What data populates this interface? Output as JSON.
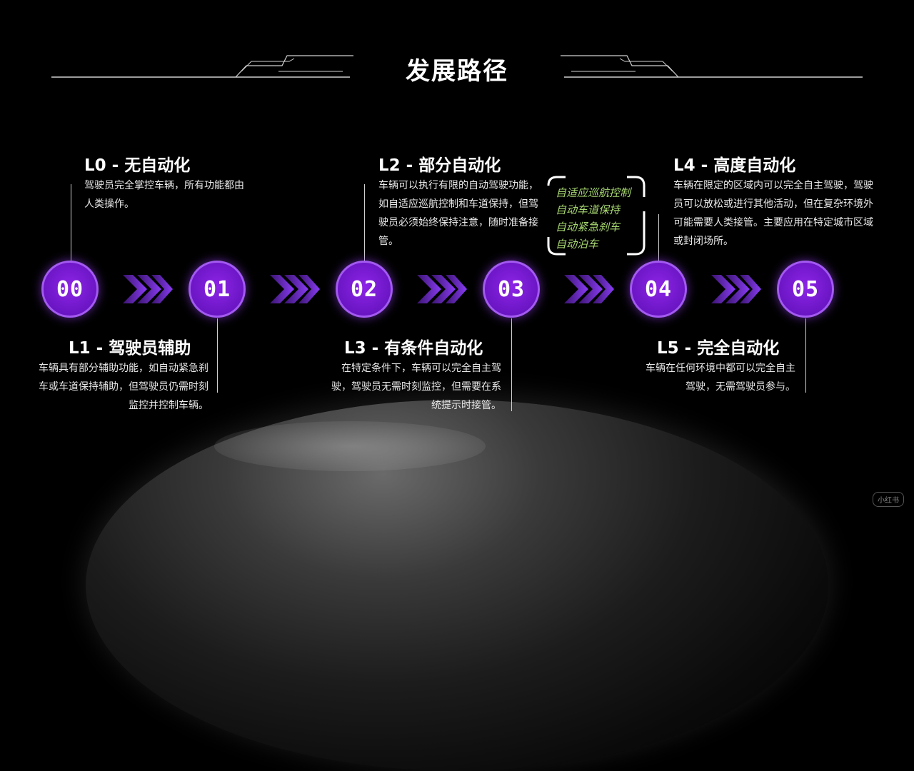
{
  "title": "发展路径",
  "levels": [
    {
      "num": "00",
      "title": "L0 - 无自动化",
      "desc": "驾驶员完全掌控车辆，所有功能都由人类操作。"
    },
    {
      "num": "01",
      "title": "L1 - 驾驶员辅助",
      "desc": "车辆具有部分辅助功能，如自动紧急刹车或车道保持辅助，但驾驶员仍需时刻监控并控制车辆。"
    },
    {
      "num": "02",
      "title": "L2 - 部分自动化",
      "desc": "车辆可以执行有限的自动驾驶功能，如自适应巡航控制和车道保持，但驾驶员必须始终保持注意，随时准备接管。"
    },
    {
      "num": "03",
      "title": "L3 - 有条件自动化",
      "desc": "在特定条件下，车辆可以完全自主驾驶，驾驶员无需时刻监控，但需要在系统提示时接管。"
    },
    {
      "num": "04",
      "title": "L4 - 高度自动化",
      "desc": "车辆在限定的区域内可以完全自主驾驶，驾驶员可以放松或进行其他活动，但在复杂环境外可能需要人类接管。主要应用在特定城市区域或封闭场所。"
    },
    {
      "num": "05",
      "title": "L5 - 完全自动化",
      "desc": "车辆在任何环境中都可以完全自主驾驶，无需驾驶员参与。"
    }
  ],
  "features": [
    "自适应巡航控制",
    "自动车道保持",
    "自动紧急刹车",
    "自动泊车"
  ],
  "watermark": "小红书",
  "colors": {
    "node": "#7a1fd6",
    "node_border": "#a35af0",
    "feature_text": "#a8d872",
    "arrow": "#7b2ff7"
  }
}
